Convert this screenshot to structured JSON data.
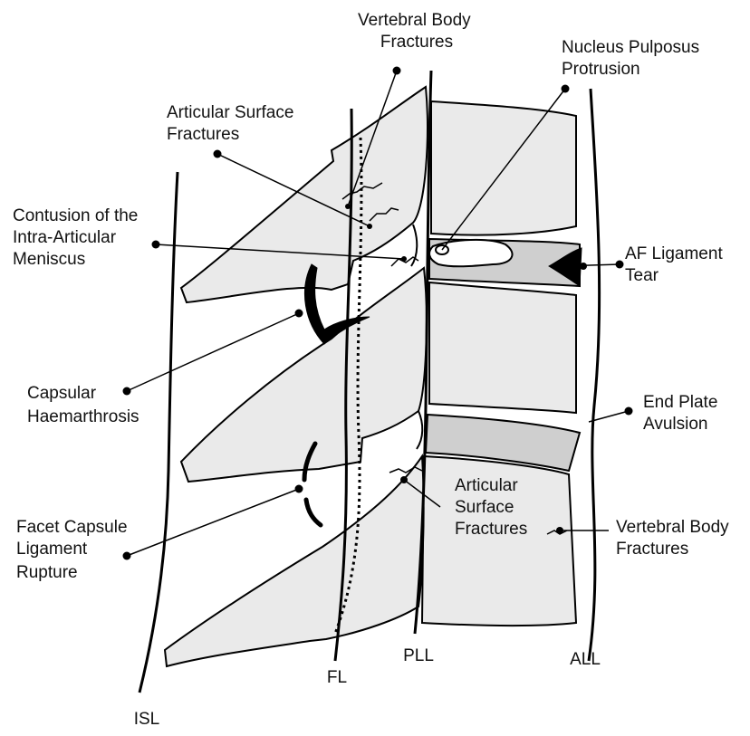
{
  "labels": {
    "vertebral_body_fractures_top": [
      "Vertebral Body",
      "Fractures"
    ],
    "nucleus_pulposus_protrusion": [
      "Nucleus Pulposus",
      "Protrusion"
    ],
    "articular_surface_fractures_top": [
      "Articular Surface",
      "Fractures"
    ],
    "contusion_meniscus": [
      "Contusion of the",
      "Intra-Articular",
      "Meniscus"
    ],
    "af_ligament_tear": [
      "AF Ligament",
      "Tear"
    ],
    "capsular_haemarthrosis": [
      "Capsular",
      "Haemarthrosis"
    ],
    "end_plate_avulsion": [
      "End Plate",
      "Avulsion"
    ],
    "articular_surface_fractures_bottom": [
      "Articular",
      "Surface",
      "Fractures"
    ],
    "facet_capsule_ligament_rupture": [
      "Facet Capsule",
      "Ligament",
      "Rupture"
    ],
    "vertebral_body_fractures_bottom": [
      "Vertebral Body",
      "Fractures"
    ]
  },
  "ligaments": {
    "isl": "ISL",
    "fl": "FL",
    "pll": "PLL",
    "all": "ALL"
  },
  "colors": {
    "bone_fill": "#eaeaea",
    "disc_fill": "#cfcfcf",
    "outline": "#000000",
    "background": "#ffffff"
  }
}
